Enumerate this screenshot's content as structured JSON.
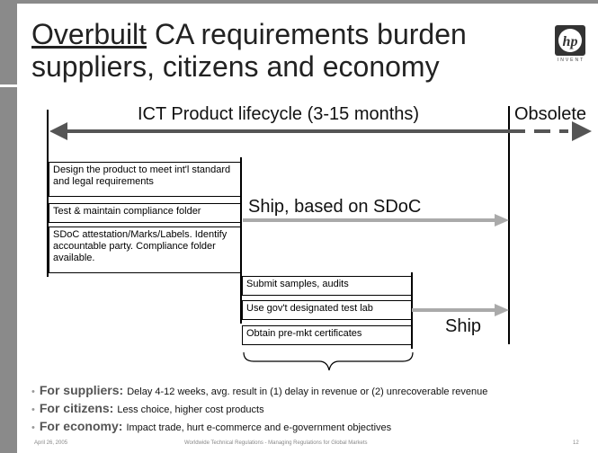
{
  "title": {
    "underlined": "Overbuilt",
    "rest_line1": " CA requirements burden",
    "line2": "suppliers, citizens and economy"
  },
  "logo": {
    "mark": "hp",
    "tagline": "INVENT"
  },
  "lifecycle": {
    "label": "ICT Product lifecycle (3-15 months)",
    "obsolete": "Obsolete"
  },
  "left_boxes": [
    "Design the product to meet int'l standard and legal requirements",
    "Test & maintain compliance folder",
    "SDoC attestation/Marks/Labels. Identify accountable party. Compliance folder available."
  ],
  "mid_boxes": [
    "Submit samples, audits",
    "Use gov't designated test lab",
    "Obtain pre-mkt certificates"
  ],
  "ship_sdoc": "Ship, based on SDoC",
  "ship": "Ship",
  "bullets": [
    {
      "label": "For suppliers:",
      "text": "Delay 4-12 weeks, avg. result in (1) delay in revenue or (2) unrecoverable revenue"
    },
    {
      "label": "For citizens:",
      "text": "Less choice, higher cost products"
    },
    {
      "label": "For economy:",
      "text": "Impact trade, hurt e-commerce and e-government objectives"
    }
  ],
  "footer": {
    "date": "April 26, 2005",
    "center": "Worldwide Technical Regulations - Managing Regulations for Global Markets",
    "page": "12"
  },
  "colors": {
    "arrow": "#555555",
    "ship_arrow": "#aaaaaa",
    "sidebar": "#8a8a8a"
  }
}
